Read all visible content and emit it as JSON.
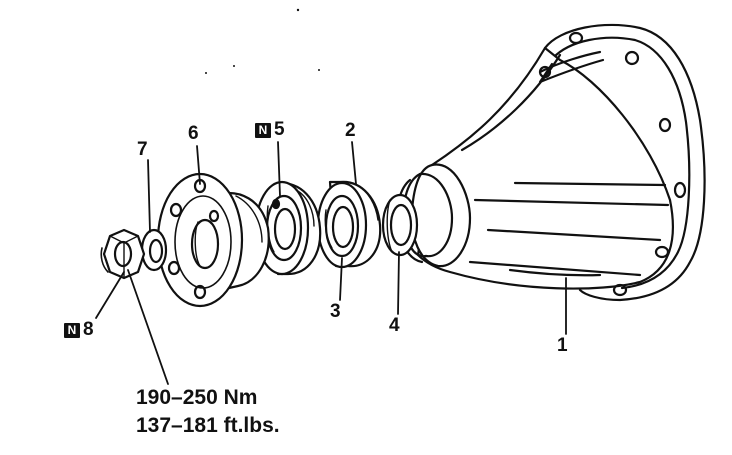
{
  "callouts": [
    {
      "id": "housing",
      "number": "1",
      "badge": ""
    },
    {
      "id": "outer-bearing-race",
      "number": "2",
      "badge": ""
    },
    {
      "id": "inner-bearing",
      "number": "3",
      "badge": ""
    },
    {
      "id": "spacer-ring",
      "number": "4",
      "badge": ""
    },
    {
      "id": "oil-seal",
      "number": "5",
      "badge": "N"
    },
    {
      "id": "companion-flange",
      "number": "6",
      "badge": ""
    },
    {
      "id": "washer",
      "number": "7",
      "badge": ""
    },
    {
      "id": "nut",
      "number": "8",
      "badge": "N"
    }
  ],
  "torque_spec": {
    "metric": "190–250 Nm",
    "imperial": "137–181 ft.lbs."
  },
  "colors": {
    "ink": "#111111",
    "paper": "#ffffff"
  }
}
